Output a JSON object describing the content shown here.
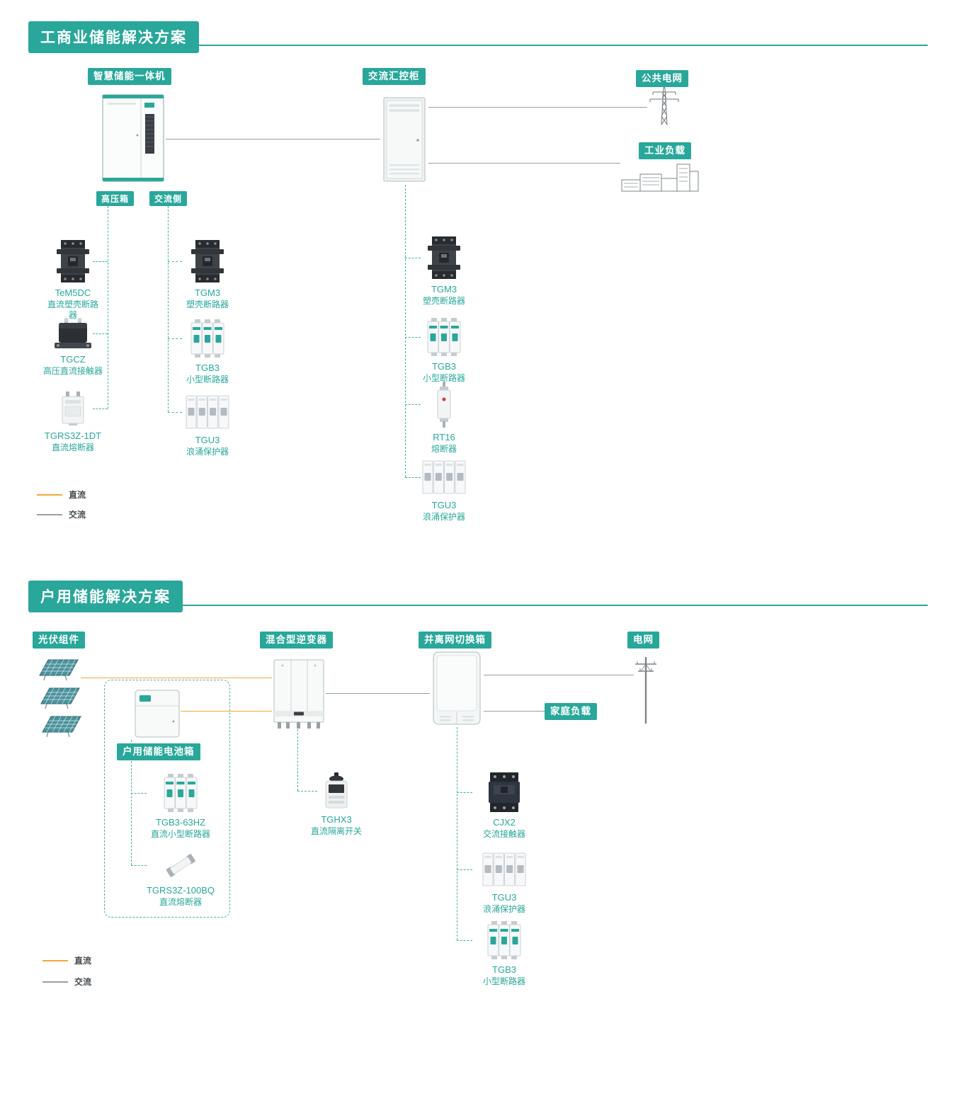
{
  "colors": {
    "teal": "#29a79a",
    "dashed_teal": "#43b3a5",
    "dc_orange": "#f2a93b",
    "ac_gray": "#9aa0a4"
  },
  "s1": {
    "title": "工商业储能解决方案",
    "badge_machine": "智慧储能一体机",
    "badge_cabinet": "交流汇控柜",
    "badge_grid": "公共电网",
    "badge_load": "工业负载",
    "badge_hv": "高压箱",
    "badge_ac": "交流侧",
    "hv_products": [
      {
        "model": "TeM5DC",
        "desc": "直流塑壳断路器"
      },
      {
        "model": "TGCZ",
        "desc": "高压直流接触器"
      },
      {
        "model": "TGRS3Z-1DT",
        "desc": "直流熔断器"
      }
    ],
    "ac_products": [
      {
        "model": "TGM3",
        "desc": "塑壳断路器"
      },
      {
        "model": "TGB3",
        "desc": "小型断路器"
      },
      {
        "model": "TGU3",
        "desc": "浪涌保护器"
      }
    ],
    "cab_products": [
      {
        "model": "TGM3",
        "desc": "塑壳断路器"
      },
      {
        "model": "TGB3",
        "desc": "小型断路器"
      },
      {
        "model": "RT16",
        "desc": "熔断器"
      },
      {
        "model": "TGU3",
        "desc": "浪涌保护器"
      }
    ],
    "legend": {
      "dc": "直流",
      "ac": "交流"
    }
  },
  "s2": {
    "title": "户用储能解决方案",
    "badge_pv": "光伏组件",
    "badge_inverter": "混合型逆变器",
    "badge_switch": "并离网切换箱",
    "badge_grid": "电网",
    "badge_home": "家庭负载",
    "badge_battery": "户用储能电池箱",
    "battery_products": [
      {
        "model": "TGB3-63HZ",
        "desc": "直流小型断路器"
      },
      {
        "model": "TGRS3Z-100BQ",
        "desc": "直流熔断器"
      }
    ],
    "inverter_products": [
      {
        "model": "TGHX3",
        "desc": "直流隔离开关"
      }
    ],
    "switch_products": [
      {
        "model": "CJX2",
        "desc": "交流接触器"
      },
      {
        "model": "TGU3",
        "desc": "浪涌保护器"
      },
      {
        "model": "TGB3",
        "desc": "小型断路器"
      }
    ],
    "legend": {
      "dc": "直流",
      "ac": "交流"
    }
  }
}
